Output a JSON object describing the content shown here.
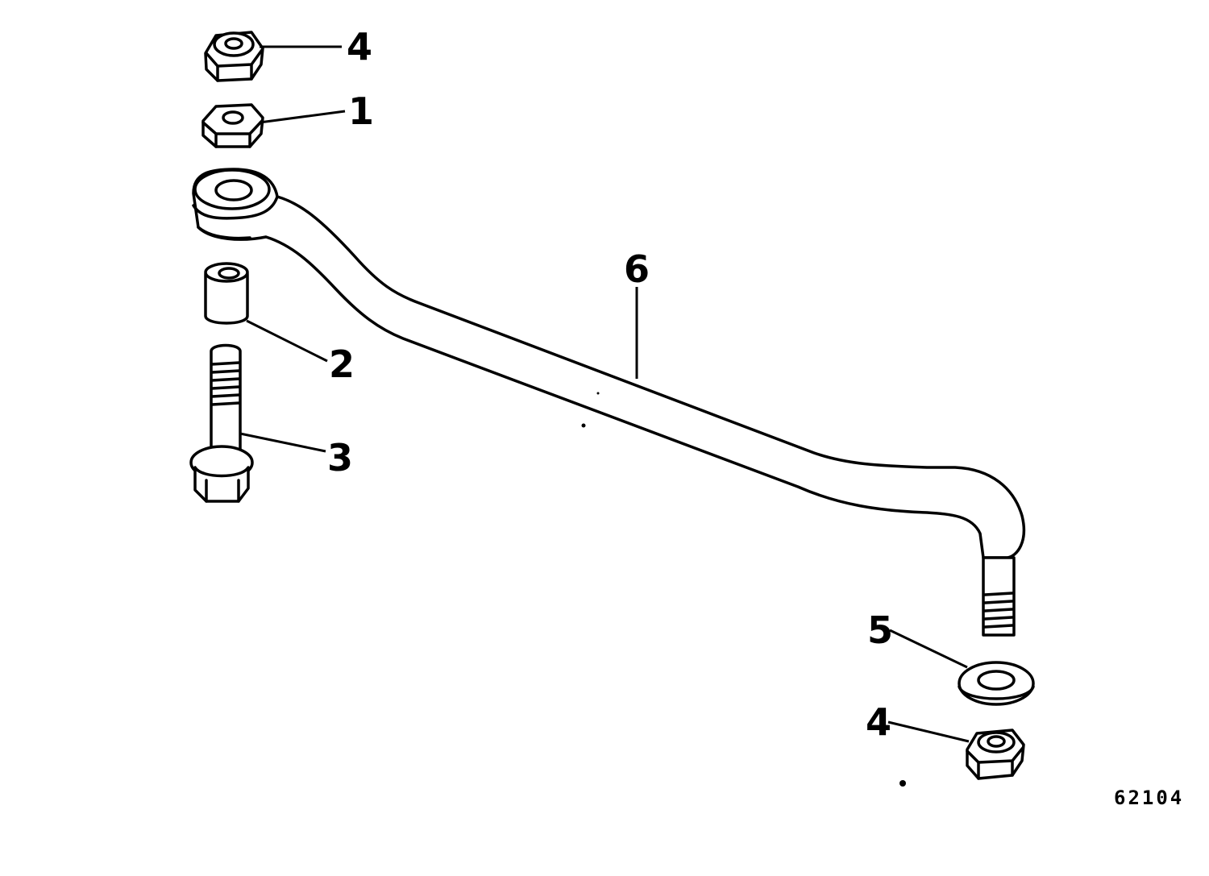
{
  "callouts": {
    "nut_top": "4",
    "hex_nut": "1",
    "bushing": "2",
    "bolt": "3",
    "rod": "6",
    "washer": "5",
    "nut_bottom": "4"
  },
  "figure_number": "62104",
  "colors": {
    "ink": "#000000",
    "paper": "#ffffff"
  }
}
